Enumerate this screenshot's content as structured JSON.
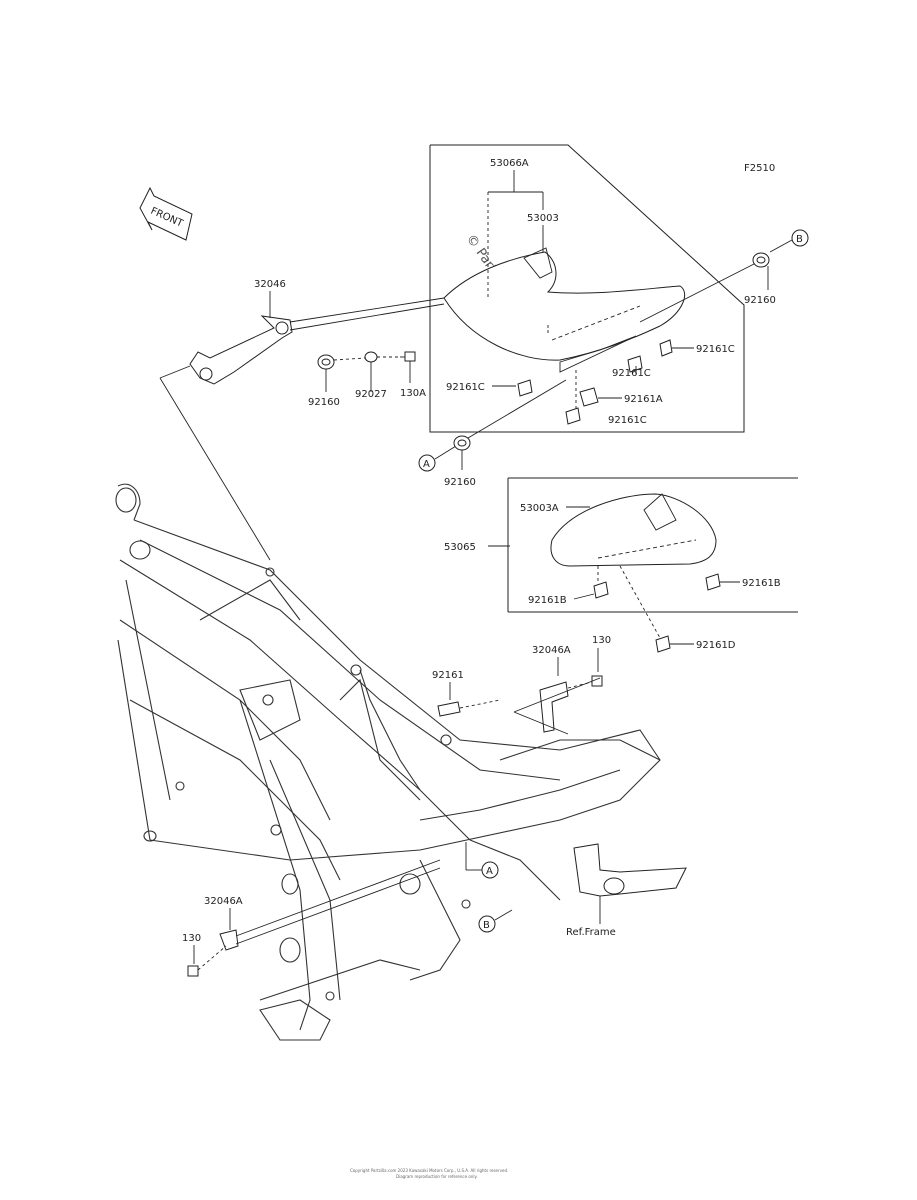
{
  "diagram_code": "F2510",
  "front_label": "FRONT",
  "watermark": "© Partzilla.com",
  "ref_frame": "Ref.Frame",
  "parts": {
    "p53066A": "53066A",
    "p53003": "53003",
    "p32046": "32046",
    "p92160_a": "92160",
    "p92027": "92027",
    "p130A": "130A",
    "p92161C_left": "92161C",
    "p92160_right": "92160",
    "p92161C_1": "92161C",
    "p92161C_2": "92161C",
    "p92161A": "92161A",
    "p92161C_3": "92161C",
    "p92160_bottom": "92160",
    "p53003A": "53003A",
    "p53065": "53065",
    "p92161B_left": "92161B",
    "p92161B_right": "92161B",
    "p92161D": "92161D",
    "p92161": "92161",
    "p32046A_upper": "32046A",
    "p130_upper": "130",
    "p32046A_lower": "32046A",
    "p130_lower": "130"
  },
  "callouts": {
    "A_top": "A",
    "B_top": "B",
    "A_frame": "A",
    "B_frame": "B"
  },
  "footer": {
    "line1": "Copyright Partzilla.com 2023 Kawasaki Motors Corp., U.S.A. All rights reserved.",
    "line2": "Diagram reproduction for reference only."
  }
}
